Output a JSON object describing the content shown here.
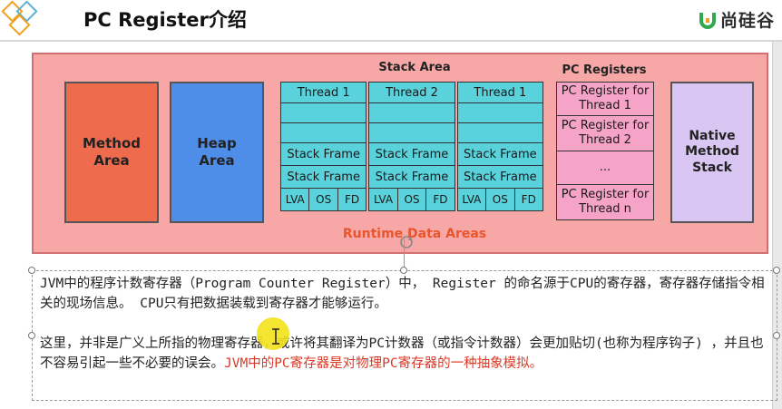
{
  "header": {
    "title": "PC Register介绍",
    "brand": "尚硅谷",
    "colors": {
      "accent": "#f0a020",
      "brand_green": "#2fa84f"
    }
  },
  "diagram": {
    "stack_area_title": "Stack Area",
    "pc_registers_title": "PC Registers",
    "method_area": "Method\nArea",
    "heap_area": "Heap\nArea",
    "native_stack": "Native\nMethod\nStack",
    "threads": [
      {
        "header": "Thread 1",
        "frames": [
          "Stack Frame",
          "Stack Frame"
        ],
        "lva": "LVA",
        "os": "OS",
        "fd": "FD"
      },
      {
        "header": "Thread 2",
        "frames": [
          "Stack Frame",
          "Stack Frame"
        ],
        "lva": "LVA",
        "os": "OS",
        "fd": "FD"
      },
      {
        "header": "Thread 1",
        "frames": [
          "Stack Frame",
          "Stack Frame"
        ],
        "lva": "LVA",
        "os": "OS",
        "fd": "FD"
      }
    ],
    "pc_registers": [
      "PC Register for\nThread 1",
      "PC Register for\nThread 2",
      "...",
      "PC Register for\nThread n"
    ],
    "runtime_label": "Runtime Data Areas",
    "colors": {
      "outer_bg": "#f6a7a6",
      "method": "#ee6b4e",
      "heap": "#4f8ee8",
      "stack_cell": "#59d2dc",
      "pc_cell": "#f6a3c8",
      "native": "#d9c6f2",
      "runtime_label": "#e8552c"
    }
  },
  "body_text": {
    "para1": "JVM中的程序计数寄存器（Program Counter Register）中， Register 的命名源于CPU的寄存器，寄存器存储指令相关的现场信息。 CPU只有把数据装载到寄存器才能够运行。",
    "para2_normal": "这里，并非是广义上所指的物理寄存器，或许将其翻译为PC计数器（或指令计数器）会更加贴切(也称为程序钩子) ，并且也不容易引起一些不必要的误会。",
    "para2_red": "JVM中的PC寄存器是对物理PC寄存器的一种抽象模拟。",
    "red_color": "#d83a26"
  }
}
